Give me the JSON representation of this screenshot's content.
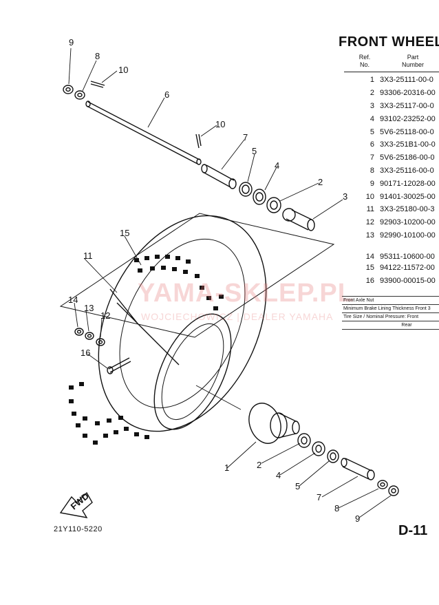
{
  "title": "FRONT WHEEL",
  "table_headers": {
    "ref": "Ref.\nNo.",
    "part": "Part\nNumber"
  },
  "parts": [
    {
      "ref": "1",
      "number": "3X3-25111-00-0"
    },
    {
      "ref": "2",
      "number": "93306-20316-00"
    },
    {
      "ref": "3",
      "number": "3X3-25117-00-0"
    },
    {
      "ref": "4",
      "number": "93102-23252-00"
    },
    {
      "ref": "5",
      "number": "5V6-25118-00-0"
    },
    {
      "ref": "6",
      "number": "3X3-251B1-00-0"
    },
    {
      "ref": "7",
      "number": "5V6-25186-00-0"
    },
    {
      "ref": "8",
      "number": "3X3-25116-00-0"
    },
    {
      "ref": "9",
      "number": "90171-12028-00"
    },
    {
      "ref": "10",
      "number": "91401-30025-00"
    },
    {
      "ref": "11",
      "number": "3X3-25180-00-3"
    },
    {
      "ref": "12",
      "number": "92903-10200-00"
    },
    {
      "ref": "13",
      "number": "92990-10100-00"
    },
    {
      "ref": "14",
      "number": "95311-10600-00"
    },
    {
      "ref": "15",
      "number": "94122-11572-00"
    },
    {
      "ref": "16",
      "number": "93900-00015-00"
    }
  ],
  "specs": {
    "axle_nut": "Front Axle Nut",
    "brake_lining": "Minimum Brake Lining Thickness Front 3",
    "tire": "Tire Size / Nominal Pressure: Front",
    "rear": "Rear"
  },
  "callouts": {
    "c9_top": "9",
    "c8_top": "8",
    "c10_top": "10",
    "c6": "6",
    "c10_mid": "10",
    "c7_top": "7",
    "c5_top": "5",
    "c4_top": "4",
    "c2_top": "2",
    "c3": "3",
    "c15": "15",
    "c11": "11",
    "c14": "14",
    "c13": "13",
    "c12": "12",
    "c16": "16",
    "c1": "1",
    "c2_bot": "2",
    "c4_bot": "4",
    "c5_bot": "5",
    "c7_bot": "7",
    "c8_bot": "8",
    "c9_bot": "9"
  },
  "fwd_label": "FWD",
  "figure_code": "21Y110-5220",
  "page_ref": "D-11",
  "watermark": "YAMA-SKLEP.PL",
  "watermark_sub": "WOJCIECHOWICZ | DEALER YAMAHA"
}
